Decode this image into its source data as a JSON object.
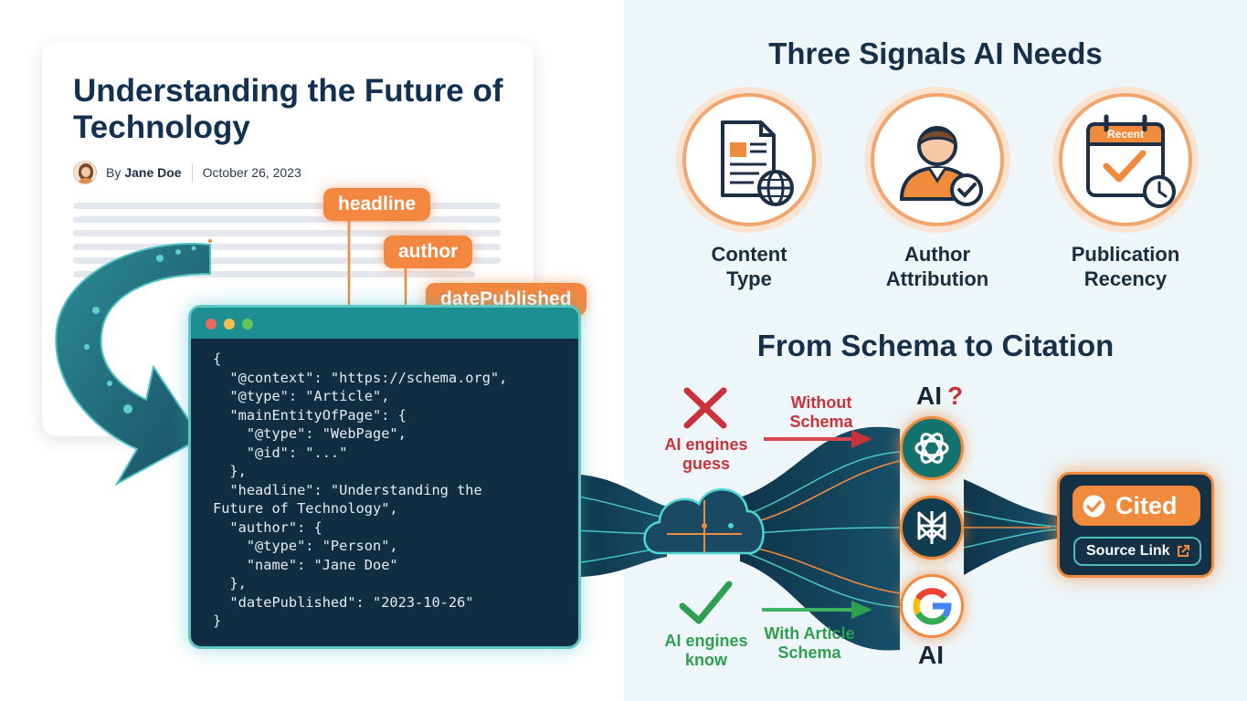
{
  "article": {
    "title": "Understanding the Future of Technology",
    "by_prefix": "By",
    "author": "Jane Doe",
    "date": "October 26, 2023"
  },
  "tags": {
    "headline": "headline",
    "author": "author",
    "date_published": "datePublished"
  },
  "code": {
    "lines": [
      "{",
      "  \"@context\": \"https://schema.org\",",
      "  \"@type\": \"Article\",",
      "  \"mainEntityOfPage\": {",
      "    \"@type\": \"WebPage\",",
      "    \"@id\": \"...\"",
      "  },",
      "  \"headline\": \"Understanding the",
      "Future of Technology\",",
      "  \"author\": {",
      "    \"@type\": \"Person\",",
      "    \"name\": \"Jane Doe\"",
      "  },",
      "  \"datePublished\": \"2023-10-26\"",
      "}"
    ]
  },
  "signals": {
    "title": "Three Signals AI Needs",
    "items": [
      {
        "line1": "Content",
        "line2": "Type",
        "icon": "document-globe-icon"
      },
      {
        "line1": "Author",
        "line2": "Attribution",
        "icon": "person-check-icon"
      },
      {
        "line1": "Publication",
        "line2": "Recency",
        "icon": "calendar-check-icon",
        "calendar_label": "Recent"
      }
    ]
  },
  "flow": {
    "title": "From Schema to Citation",
    "without_line1": "Without",
    "without_line2": "Schema",
    "guess_line1": "AI engines",
    "guess_line2": "guess",
    "with_line1": "With Article",
    "with_line2": "Schema",
    "know_line1": "AI engines",
    "know_line2": "know",
    "ai_top": "AI",
    "ai_question": "?",
    "ai_bottom": "AI",
    "engines": [
      "openai-icon",
      "perplexity-icon",
      "google-icon"
    ]
  },
  "result": {
    "cited": "Cited",
    "source_link": "Source Link"
  },
  "colors": {
    "orange": "#f08a3c",
    "teal": "#2fb3b6",
    "navy": "#102d42",
    "red": "#c8323a",
    "green": "#2e9e4f"
  }
}
